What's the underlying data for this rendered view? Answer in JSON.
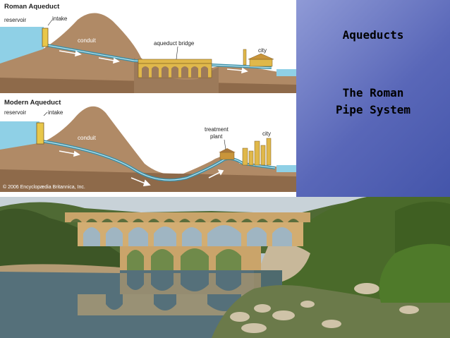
{
  "slide": {
    "heading": "Aqueducts",
    "subheading_line1": "The Roman",
    "subheading_line2": "Pipe System"
  },
  "diagram": {
    "roman": {
      "title": "Roman Aqueduct",
      "labels": {
        "reservoir": "reservoir",
        "intake": "intake",
        "conduit": "conduit",
        "aqueduct_bridge": "aqueduct bridge",
        "city": "city"
      }
    },
    "modern": {
      "title": "Modern Aqueduct",
      "labels": {
        "reservoir": "reservoir",
        "intake": "intake",
        "conduit": "conduit",
        "treatment_line1": "treatment",
        "treatment_line2": "plant",
        "city": "city"
      }
    },
    "copyright": "© 2006 Encyclopædia Britannica, Inc."
  },
  "colors": {
    "water": "#8fd0e6",
    "hill": "#b08a66",
    "ground": "#9c7a5a",
    "sky": "#ffffff",
    "pipe": "#3a8fa8",
    "bridge": "#e0b84a",
    "slide_bg": "#5b6bb5"
  }
}
